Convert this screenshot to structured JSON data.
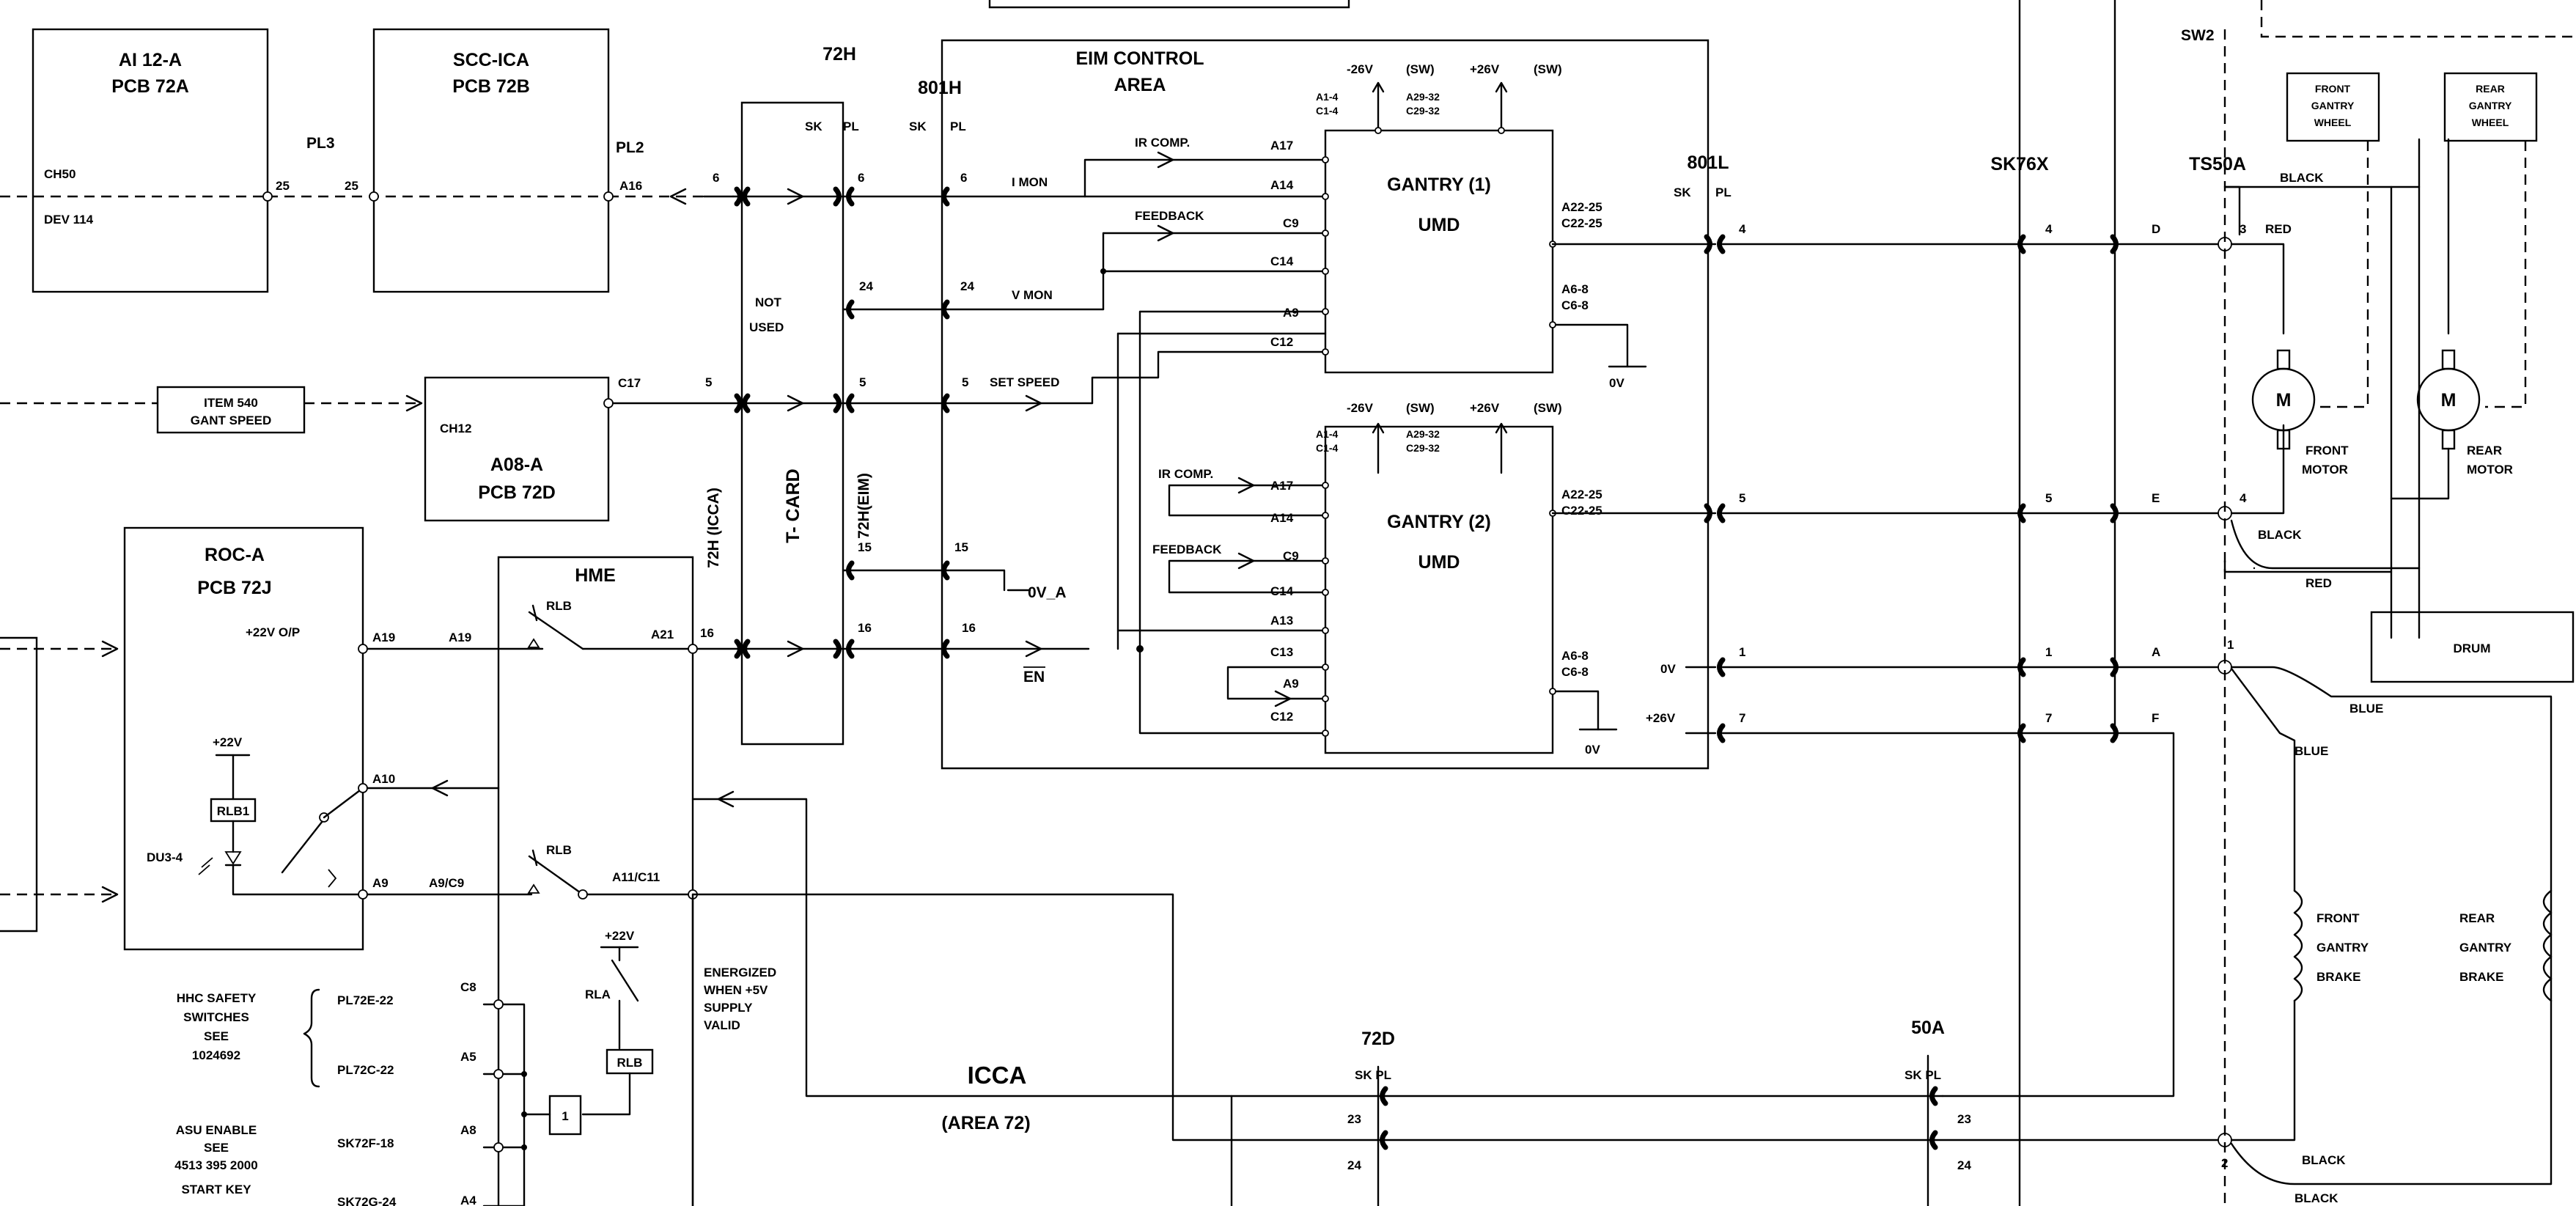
{
  "boards": {
    "ai12": {
      "name": "AI 12-A",
      "pcb": "PCB 72A",
      "ch": "CH50",
      "dev": "DEV 114"
    },
    "scc": {
      "name": "SCC-ICA",
      "pcb": "PCB 72B"
    },
    "a08": {
      "name": "A08-A",
      "pcb": "PCB 72D",
      "ch": "CH12"
    },
    "roc": {
      "name": "ROC-A",
      "pcb": "PCB 72J"
    }
  },
  "items": {
    "item540_line1": "ITEM 540",
    "item540_line2": "GANT SPEED"
  },
  "connectors": {
    "pl3": "PL3",
    "pl2": "PL2",
    "h72": "72H",
    "h801": "801H",
    "l801": "801L",
    "sk76x": "SK76X",
    "ts50a": "TS50A",
    "sw2": "SW2",
    "d72": "72D",
    "a50": "50A",
    "sk": "SK",
    "pl": "PL",
    "skpl": "SK PL"
  },
  "eim": {
    "title_line1": "EIM CONTROL",
    "title_line2": "AREA"
  },
  "gantry1": {
    "name": "GANTRY (1)",
    "umd": "UMD"
  },
  "gantry2": {
    "name": "GANTRY (2)",
    "umd": "UMD"
  },
  "supply": {
    "neg": "-26V",
    "sw": "(SW)",
    "pos": "+26V",
    "zero": "0V",
    "zero_a": "0V_A",
    "p22": "+22V"
  },
  "signals": {
    "imon": "I MON",
    "vmon": "V MON",
    "irc": "IR COMP.",
    "feedback": "FEEDBACK",
    "setspeed": "SET SPEED",
    "en": "EN",
    "not": "NOT",
    "used": "USED",
    "p22op": "+22V O/P"
  },
  "cards": {
    "icca72h": "72H (ICCA)",
    "tcard": "T- CARD",
    "eim72h": "72H(EIM)"
  },
  "hme": {
    "title": "HME",
    "rlb": "RLB",
    "rla": "RLA",
    "rlb1": "RLB1",
    "du": "DU3-4",
    "energized": [
      "ENERGIZED",
      "WHEN +5V",
      "SUPPLY",
      "VALID"
    ]
  },
  "icca": {
    "title": "ICCA",
    "sub": "(AREA 72)"
  },
  "switches": {
    "hhc": [
      "HHC SAFETY",
      "SWITCHES",
      "SEE",
      "1024692"
    ],
    "asu": [
      "ASU ENABLE",
      "SEE",
      "4513 395 2000"
    ],
    "start": "START KEY",
    "pl72e": "PL72E-22",
    "pl72c": "PL72C-22",
    "sk72f": "SK72F-18",
    "sk72g": "SK72G-24"
  },
  "motors": {
    "m": "M",
    "front_l1": "FRONT",
    "rear_l1": "REAR",
    "motor": "MOTOR",
    "fgw": [
      "FRONT",
      "GANTRY",
      "WHEEL"
    ],
    "rgw": [
      "REAR",
      "GANTRY",
      "WHEEL"
    ],
    "drum": "DRUM",
    "front_brake": [
      "FRONT",
      "GANTRY",
      "BRAKE"
    ],
    "rear_brake": [
      "REAR",
      "GANTRY",
      "BRAKE"
    ]
  },
  "colors": {
    "black": "BLACK",
    "red": "RED",
    "blue": "BLUE"
  },
  "pins": {
    "p25": "25",
    "p6": "6",
    "p24": "24",
    "p5": "5",
    "p15": "15",
    "p16": "16",
    "p4": "4",
    "p1": "1",
    "p7": "7",
    "p23": "23",
    "p2": "2",
    "p3": "3",
    "a16": "A16",
    "c17": "C17",
    "a19": "A19",
    "a21": "A21",
    "a10": "A10",
    "a9": "A9",
    "a9c9": "A9/C9",
    "a11c11": "A11/C11",
    "c8": "C8",
    "a5": "A5",
    "a8": "A8",
    "a4": "A4",
    "a17": "A17",
    "a14": "A14",
    "c9": "C9",
    "c14": "C14",
    "c12": "C12",
    "a13": "A13",
    "c13": "C13",
    "a1": "A1-4",
    "c1": "C1-4",
    "a29": "A29-32",
    "c29": "C29-32",
    "a22": "A22-25",
    "c22": "C22-25",
    "a6": "A6-8",
    "c6": "C6-8",
    "d": "D",
    "e": "E",
    "a": "A",
    "f": "F",
    "one_box": "1"
  }
}
